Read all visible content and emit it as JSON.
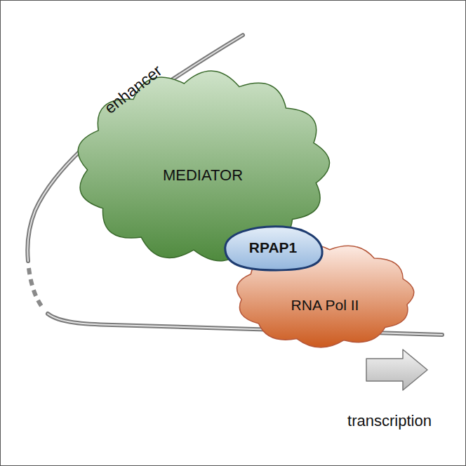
{
  "diagram": {
    "nodes": [
      {
        "text": [
          "MEDIATOR"
        ]
      },
      {
        "text": [
          "RPAP1"
        ]
      },
      {
        "text": [
          "RNA Pol II"
        ]
      }
    ],
    "labels": [
      "enhancer",
      "transcription"
    ]
  }
}
